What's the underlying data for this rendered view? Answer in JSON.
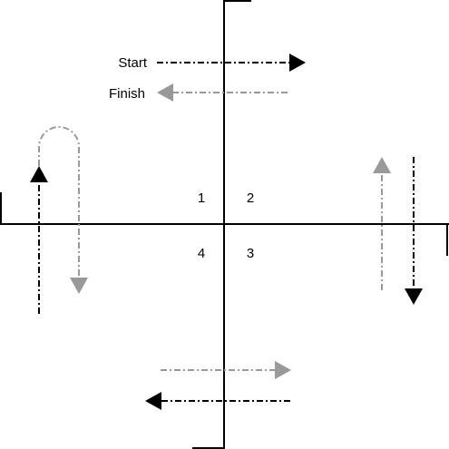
{
  "legend": {
    "start_label": "Start",
    "finish_label": "Finish",
    "start_color": "#000000",
    "finish_color": "#999999"
  },
  "quadrants": {
    "q1": "1",
    "q2": "2",
    "q3": "3",
    "q4": "4"
  },
  "colors": {
    "axis": "#000000",
    "start_path": "#000000",
    "finish_path": "#999999"
  }
}
